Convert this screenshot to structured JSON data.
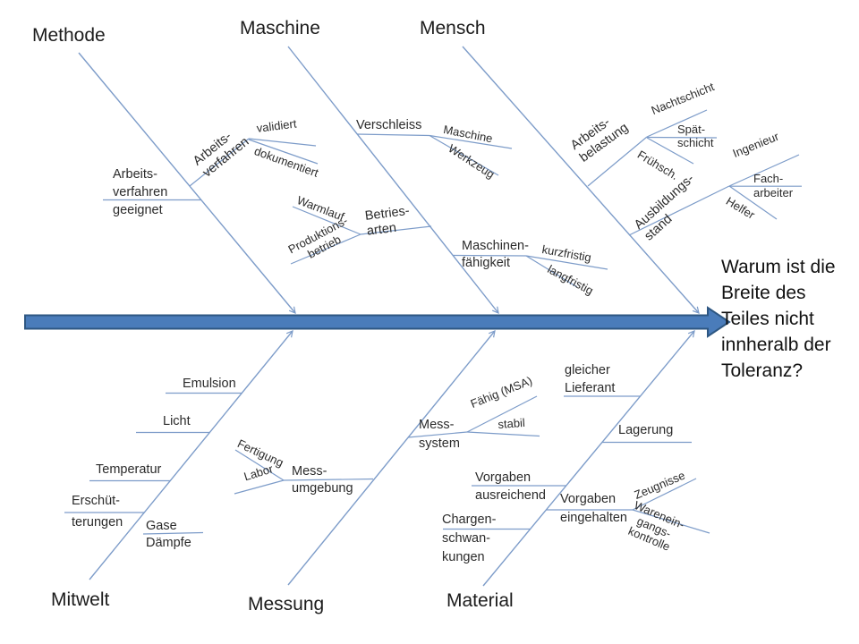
{
  "problem": {
    "text": "Warum ist die\nBreite des\nTeiles nicht\ninnheralb der\nToleranz?"
  },
  "categories": {
    "methode": {
      "label": "Methode"
    },
    "maschine": {
      "label": "Maschine"
    },
    "mensch": {
      "label": "Mensch"
    },
    "mitwelt": {
      "label": "Mitwelt"
    },
    "messung": {
      "label": "Messung"
    },
    "material": {
      "label": "Material"
    }
  },
  "causes": {
    "methode": {
      "arbeitsverfahren_geeignet": "Arbeits-\nverfahren\ngeeignet",
      "arbeitsverfahren": "Arbeits-\nverfahren",
      "validiert": "validiert",
      "dokumentiert": "dokumentiert"
    },
    "maschine": {
      "verschleiss": "Verschleiss",
      "maschine": "Maschine",
      "werkzeug": "Werkzeug",
      "betriesarten": "Betries-\narten",
      "warmlauf": "Warmlauf",
      "produktionsbetrieb": "Produktions-\nbetrieb",
      "maschinenfaehigkeit": "Maschinen-\nfähigkeit",
      "kurzfristig": "kurzfristig",
      "langfristig": "langfristig"
    },
    "mensch": {
      "arbeitsbelastung": "Arbeits-\nbelastung",
      "nachtschicht": "Nachtschicht",
      "spaetschicht": "Spät-\nschicht",
      "fruehschicht": "Frühsch.",
      "ausbildungsstand": "Ausbildungs-\nstand",
      "ingenieur": "Ingenieur",
      "facharbeiter": "Fach-\narbeiter",
      "helfer": "Helfer"
    },
    "mitwelt": {
      "emulsion": "Emulsion",
      "licht": "Licht",
      "temperatur": "Temperatur",
      "erschuetterungen": "Erschüt-\nterungen",
      "gase_daempfe": "Gase\nDämpfe"
    },
    "messung": {
      "messumgebung": "Mess-\numgebung",
      "fertigung": "Fertigung",
      "labor": "Labor",
      "messsystem": "Mess-\nsystem",
      "faehig_msa": "Fähig (MSA)",
      "stabil": "stabil"
    },
    "material": {
      "gleicher_lieferant": "gleicher\nLieferant",
      "lagerung": "Lagerung",
      "vorgaben_ausreichend": "Vorgaben\nausreichend",
      "chargenschwankungen": "Chargen-\nschwan-\nkungen",
      "vorgaben_eingehalten": "Vorgaben\neingehalten",
      "zeugnisse": "Zeugnisse",
      "wareneingangskontrolle": "Warenein-\ngangs-\nkontrolle"
    }
  },
  "colors": {
    "branch_line": "#7d9cc9",
    "spine_fill": "#4a7cba",
    "spine_border": "#2e5782",
    "text": "#262626"
  }
}
